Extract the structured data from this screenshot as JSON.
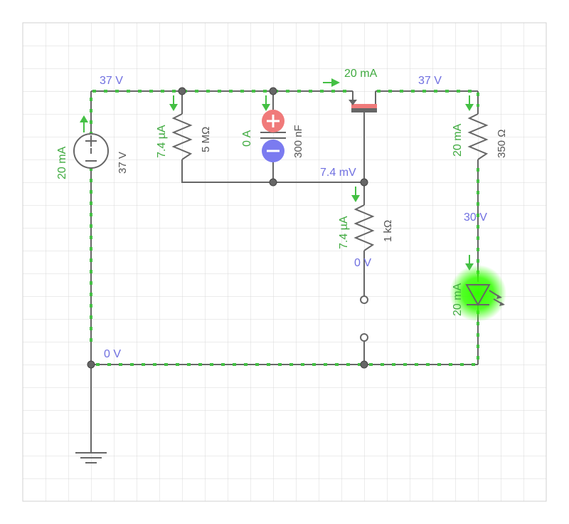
{
  "voltages": {
    "top_left": "37 V",
    "top_right": "37 V",
    "mid_node": "7.4 mV",
    "led_top": "30 V",
    "r1k_bottom": "0 V",
    "ground_rail": "0 V"
  },
  "currents": {
    "source": "20 mA",
    "r5m": "7.4 µA",
    "capacitor": "0 A",
    "transistor": "20 mA",
    "r350": "20 mA",
    "r1k": "7.4 µA",
    "led": "20 mA"
  },
  "components": {
    "source_value": "37 V",
    "r5m_value": "5 MΩ",
    "cap_value": "300 nF",
    "r350_value": "350 Ω",
    "r1k_value": "1 kΩ"
  },
  "colors": {
    "wire": "#666666",
    "current": "#44c044",
    "voltage": "#6f6fe0",
    "cap_plus": "#f07a7a",
    "cap_minus": "#7b7bf0",
    "led_glow": "#33ff00"
  }
}
